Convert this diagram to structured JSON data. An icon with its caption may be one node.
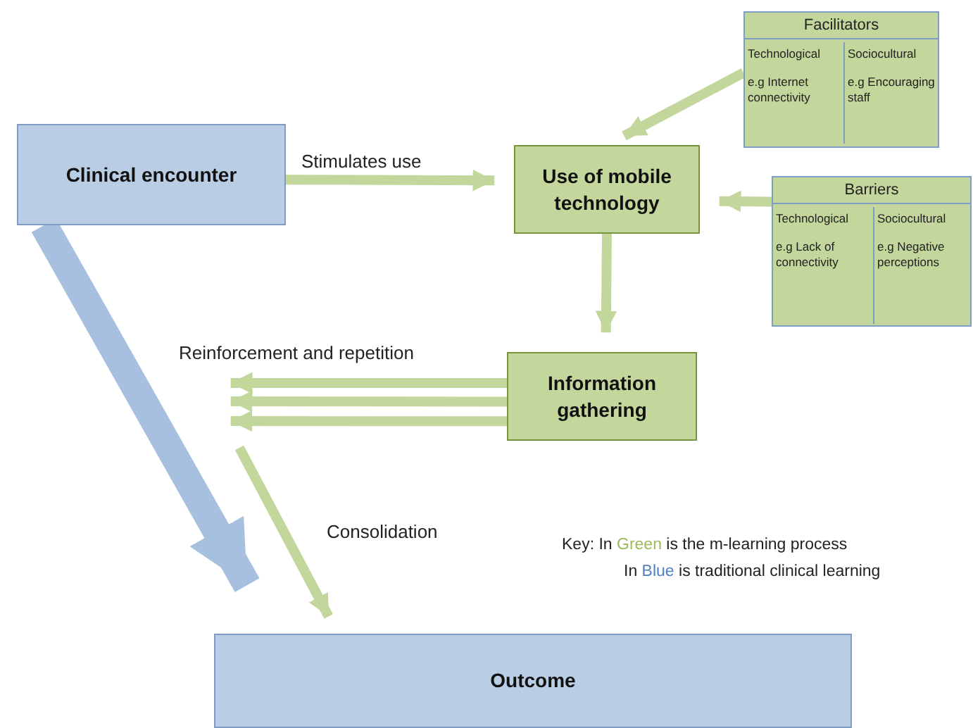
{
  "diagram": {
    "nodes": [
      {
        "text": [
          "Clinical encounter"
        ]
      },
      {
        "text": [
          "Use of mobile technology"
        ]
      },
      {
        "text": [
          "Facilitators"
        ]
      },
      {
        "text": [
          "Technological",
          "e.g Internet connectivity"
        ],
        "in": 2
      },
      {
        "text": [
          "Sociocultural",
          "e.g Encouraging staff"
        ],
        "in": 2
      },
      {
        "text": [
          "Barriers"
        ]
      },
      {
        "text": [
          "Technological",
          "e.g Lack of connectivity"
        ],
        "in": 5
      },
      {
        "text": [
          "Sociocultural",
          "e.g Negative perceptions"
        ],
        "in": 5
      },
      {
        "text": [
          "Information gathering"
        ]
      },
      {
        "text": [
          "Outcome"
        ]
      }
    ],
    "edges": [
      {
        "from": 0,
        "to": 1,
        "arrow": "to",
        "label": "Stimulates use"
      },
      {
        "from": 2,
        "to": 1,
        "arrow": "to"
      },
      {
        "from": 5,
        "to": 1,
        "arrow": "to"
      },
      {
        "from": 1,
        "to": 8,
        "arrow": "to"
      },
      {
        "from": 8,
        "to": null,
        "arrow": "to",
        "label": "Reinforcement and repetition"
      },
      {
        "from": 8,
        "to": null,
        "arrow": "to"
      },
      {
        "from": 8,
        "to": null,
        "arrow": "to"
      },
      {
        "from": null,
        "to": 9,
        "arrow": "to",
        "label": "Consolidation"
      },
      {
        "from": 0,
        "to": 9,
        "arrow": "to",
        "style": "thick",
        "color": "#a7c0e0"
      }
    ],
    "labels": [
      "Key: In **Green** is the m-learning process",
      "In **Blue** is traditional clinical learning"
    ]
  }
}
